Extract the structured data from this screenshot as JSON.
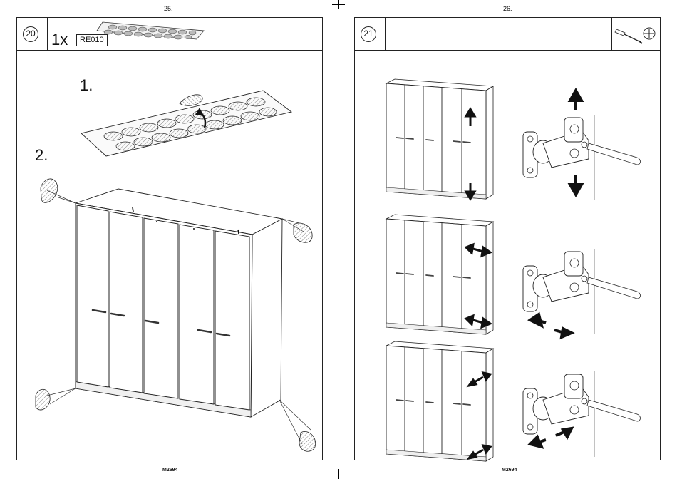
{
  "left_page": {
    "page_number": "25.",
    "footer_code": "M2694",
    "step_number": "20",
    "quantity": "1x",
    "part_code": "RE010",
    "sub_steps": [
      "1.",
      "2."
    ]
  },
  "right_page": {
    "page_number": "26.",
    "footer_code": "M2694",
    "step_number": "21",
    "tool_icons": [
      "screwdriver-icon",
      "phillips-head-icon"
    ]
  }
}
